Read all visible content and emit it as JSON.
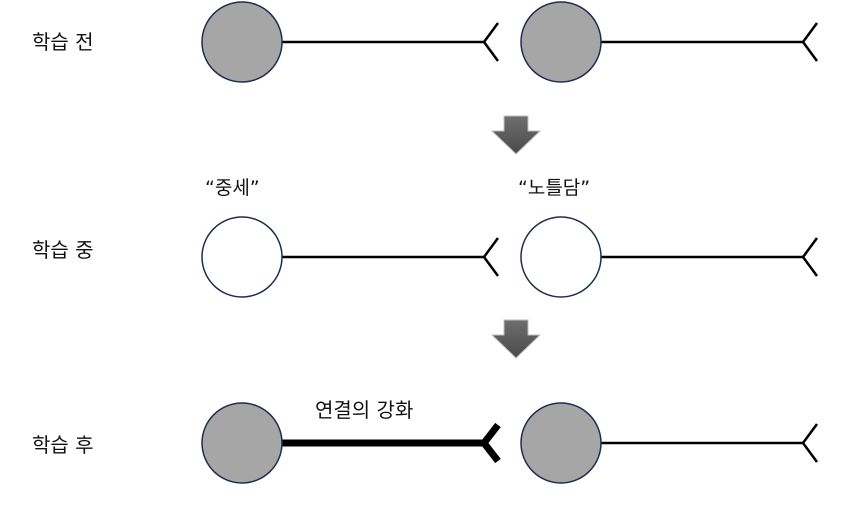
{
  "colors": {
    "active_neuron": "#a6a6a6",
    "inactive_neuron": "#ffffff",
    "neuron_outline": "#1f2d4d",
    "axon": "#000000",
    "arrow": "#595959"
  },
  "stages": [
    {
      "label": "학습 전",
      "neurons_active": true
    },
    {
      "label": "학습 중",
      "neurons_active": false,
      "words": [
        "“중세”",
        "“노틀담”"
      ]
    },
    {
      "label": "학습 후",
      "neurons_active": true,
      "annotation": "연결의 강화",
      "strengthened": true
    }
  ]
}
